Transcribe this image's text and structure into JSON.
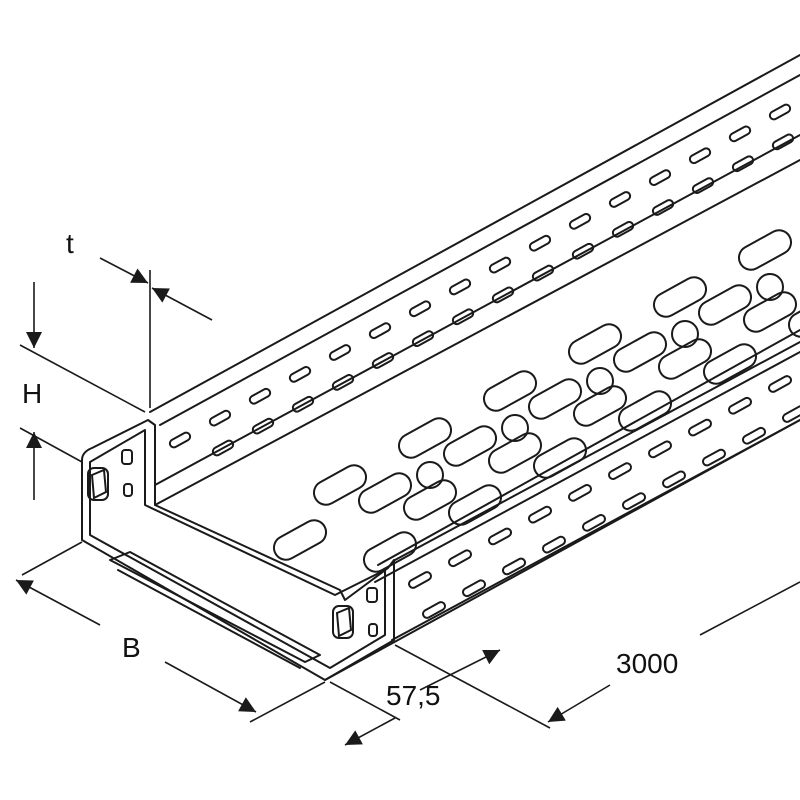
{
  "dimensions": {
    "thickness_label": "t",
    "height_label": "H",
    "width_label": "B",
    "rim_label": "57,5",
    "length_label": "3000"
  },
  "colors": {
    "stroke": "#1a1a1a",
    "background": "#ffffff"
  }
}
